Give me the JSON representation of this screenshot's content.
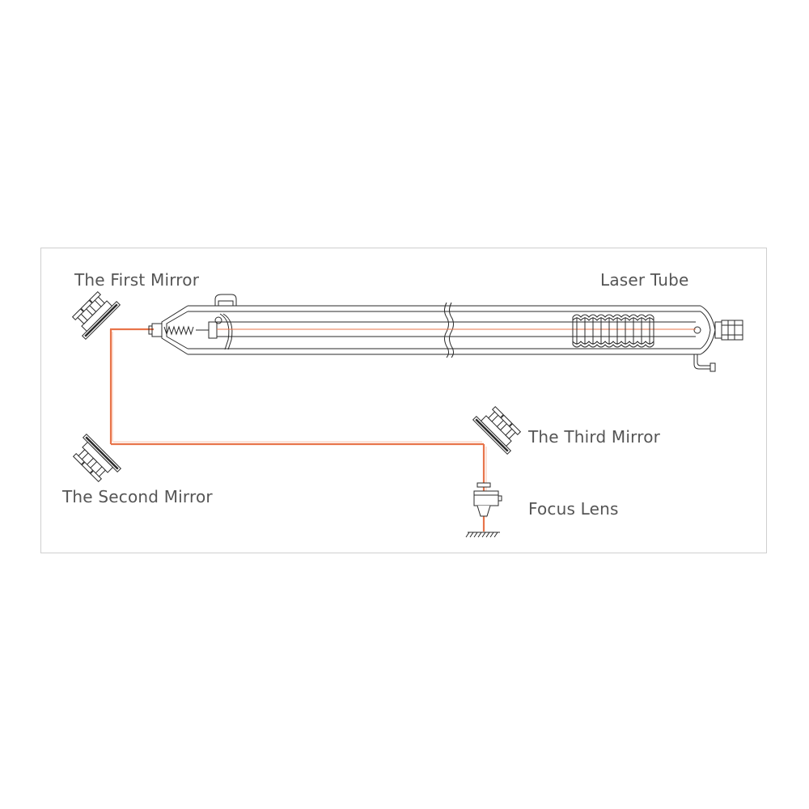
{
  "labels": {
    "first_mirror": "The First Mirror",
    "laser_tube": "Laser Tube",
    "second_mirror": "The Second Mirror",
    "third_mirror": "The Third Mirror",
    "focus_lens": "Focus Lens"
  },
  "colors": {
    "beam": "#e8744a",
    "line": "#2a2a2a",
    "label": "#555555",
    "frame": "#cfcfcf"
  }
}
